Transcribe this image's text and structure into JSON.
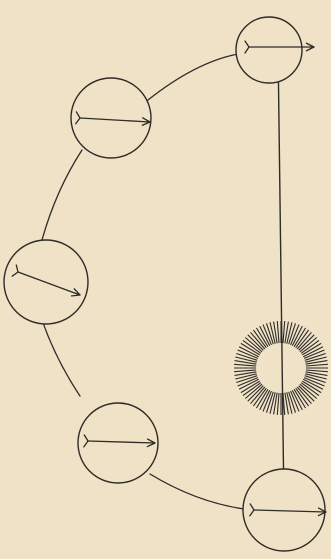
{
  "colors": {
    "paper": "#efe2c6",
    "ink": "#2e2b28"
  },
  "diagram": {
    "orbit_positions": [
      {
        "arrow_direction": "right"
      },
      {
        "arrow_direction": "right"
      },
      {
        "arrow_direction": "down-right"
      },
      {
        "arrow_direction": "right"
      },
      {
        "arrow_direction": "right"
      }
    ],
    "central_body": {
      "icon": "radiant-sun-icon"
    },
    "connecting_line": {
      "style": "straight-vertical"
    }
  }
}
